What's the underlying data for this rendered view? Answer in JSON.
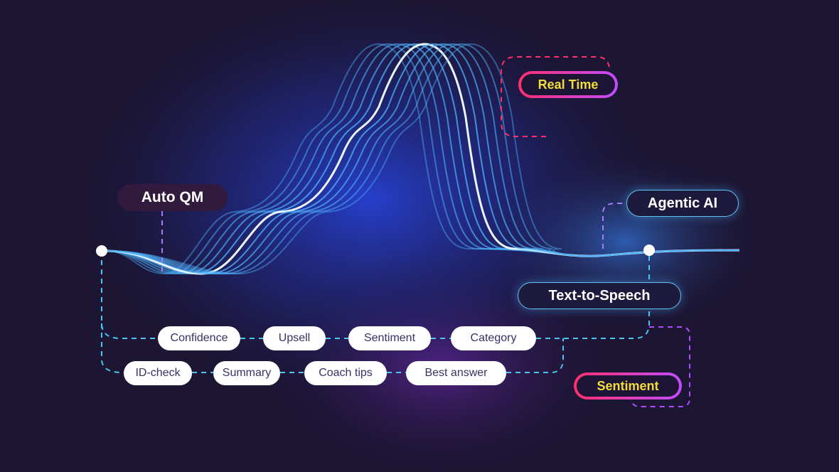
{
  "labels": {
    "auto_qm": "Auto QM",
    "real_time": "Real Time",
    "agentic_ai": "Agentic AI",
    "text_to_speech": "Text-to-Speech",
    "sentiment_highlight": "Sentiment"
  },
  "row1": [
    "Confidence",
    "Upsell",
    "Sentiment",
    "Category"
  ],
  "row2": [
    "ID-check",
    "Summary",
    "Coach tips",
    "Best answer"
  ],
  "colors": {
    "background": "#1c1533",
    "wave": "#4fb4ff",
    "dash_blue": "#4cc6ee",
    "dash_purple": "#b04cff",
    "dash_pink": "#ff2f6d",
    "highlight_text": "#f2dc3c"
  }
}
